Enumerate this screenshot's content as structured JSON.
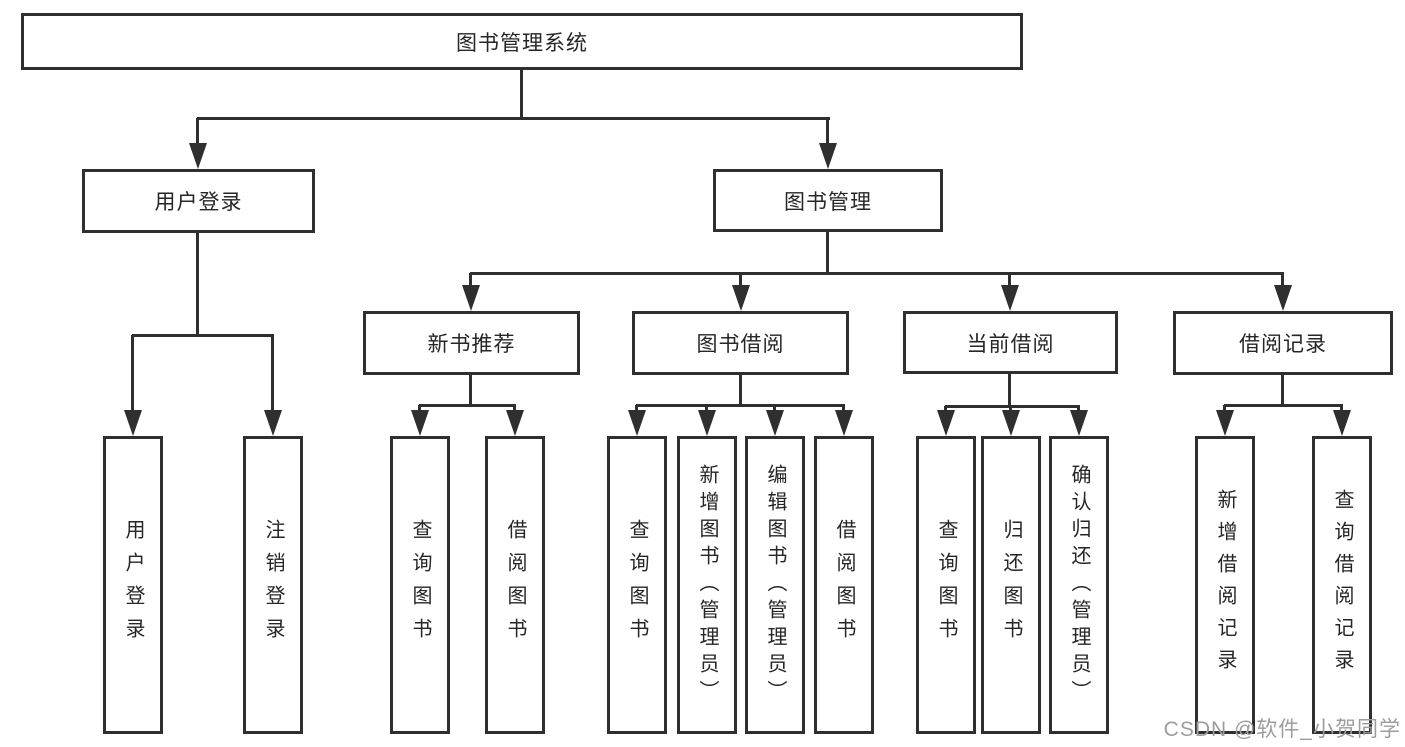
{
  "diagram_title": "图书管理系统",
  "tree": {
    "label": "图书管理系统",
    "children": [
      {
        "label": "用户登录",
        "children": [
          {
            "label": "用户登录"
          },
          {
            "label": "注销登录"
          }
        ]
      },
      {
        "label": "图书管理",
        "children": [
          {
            "label": "新书推荐",
            "children": [
              {
                "label": "查询图书"
              },
              {
                "label": "借阅图书"
              }
            ]
          },
          {
            "label": "图书借阅",
            "children": [
              {
                "label": "查询图书"
              },
              {
                "label": "新增图书（管理员）"
              },
              {
                "label": "编辑图书（管理员）"
              },
              {
                "label": "借阅图书"
              }
            ]
          },
          {
            "label": "当前借阅",
            "children": [
              {
                "label": "查询图书"
              },
              {
                "label": "归还图书"
              },
              {
                "label": "确认归还（管理员）"
              }
            ]
          },
          {
            "label": "借阅记录",
            "children": [
              {
                "label": "新增借阅记录"
              },
              {
                "label": "查询借阅记录"
              }
            ]
          }
        ]
      }
    ]
  },
  "watermark": "CSDN @软件_小贺同学",
  "colors": {
    "line": "#2f2f2f",
    "text": "#262626",
    "background": "#ffffff",
    "watermark": "#9d9d9d"
  }
}
